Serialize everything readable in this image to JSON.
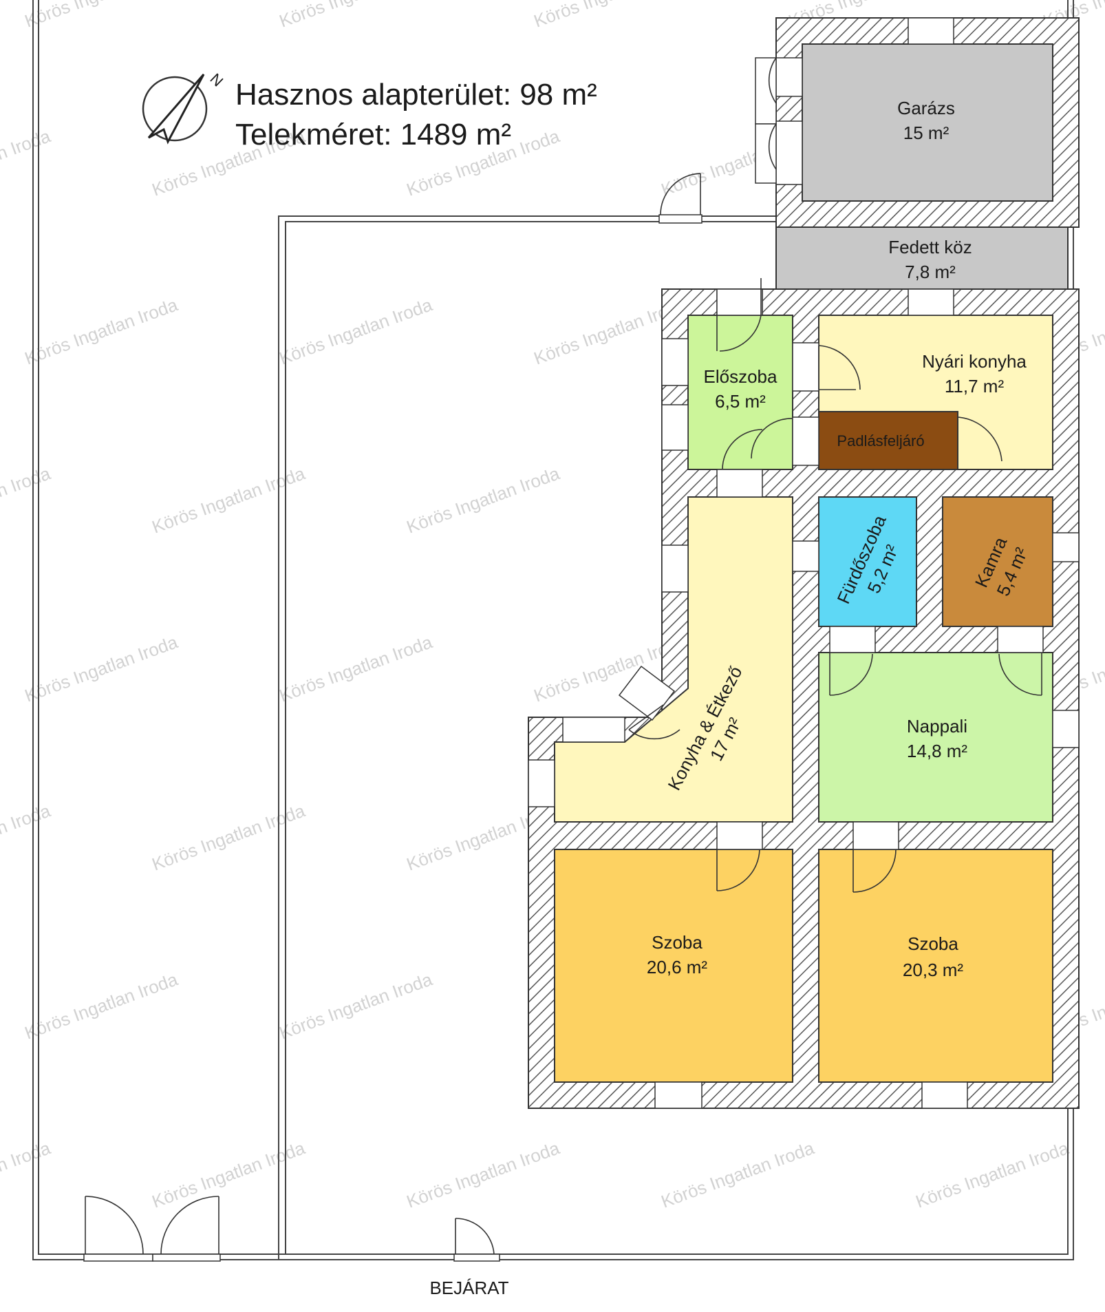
{
  "header": {
    "usable_area": "Hasznos alapterület: 98 m²",
    "plot_size": "Telekméret: 1489 m²"
  },
  "compass": {
    "label": "N",
    "icon": "north-arrow-icon"
  },
  "rooms": [
    {
      "id": "garazs",
      "name": "Garázs",
      "area": "15 m²",
      "color": "#c8c8c8"
    },
    {
      "id": "fedett-koz",
      "name": "Fedett köz",
      "area": "7,8 m²",
      "color": "#c8c8c8"
    },
    {
      "id": "eloszoba",
      "name": "Előszoba",
      "area": "6,5 m²",
      "color": "#ccf59a"
    },
    {
      "id": "nyari-konyha",
      "name": "Nyári konyha",
      "area": "11,7 m²",
      "color": "#fff7bd"
    },
    {
      "id": "padlasfeljaro",
      "name": "Padlásfeljáró",
      "area": "",
      "color": "#8b4c12"
    },
    {
      "id": "furdoszoba",
      "name": "Fürdőszoba",
      "area": "5,2 m²",
      "color": "#5ed8f5"
    },
    {
      "id": "kamra",
      "name": "Kamra",
      "area": "5,4 m²",
      "color": "#c98a3c"
    },
    {
      "id": "konyha-etkezo",
      "name": "Konyha & Étkező",
      "area": "17 m²",
      "color": "#fff7bd"
    },
    {
      "id": "nappali",
      "name": "Nappali",
      "area": "14,8 m²",
      "color": "#ccf5a8"
    },
    {
      "id": "szoba-1",
      "name": "Szoba",
      "area": "20,6 m²",
      "color": "#fdd262"
    },
    {
      "id": "szoba-2",
      "name": "Szoba",
      "area": "20,3 m²",
      "color": "#fdd262"
    }
  ],
  "entrance": {
    "label": "BEJÁRAT"
  },
  "watermark": {
    "text": "Körös Ingatlan Iroda"
  },
  "colors": {
    "wall_hatch": "#555555",
    "outline": "#444444",
    "background": "#ffffff"
  }
}
